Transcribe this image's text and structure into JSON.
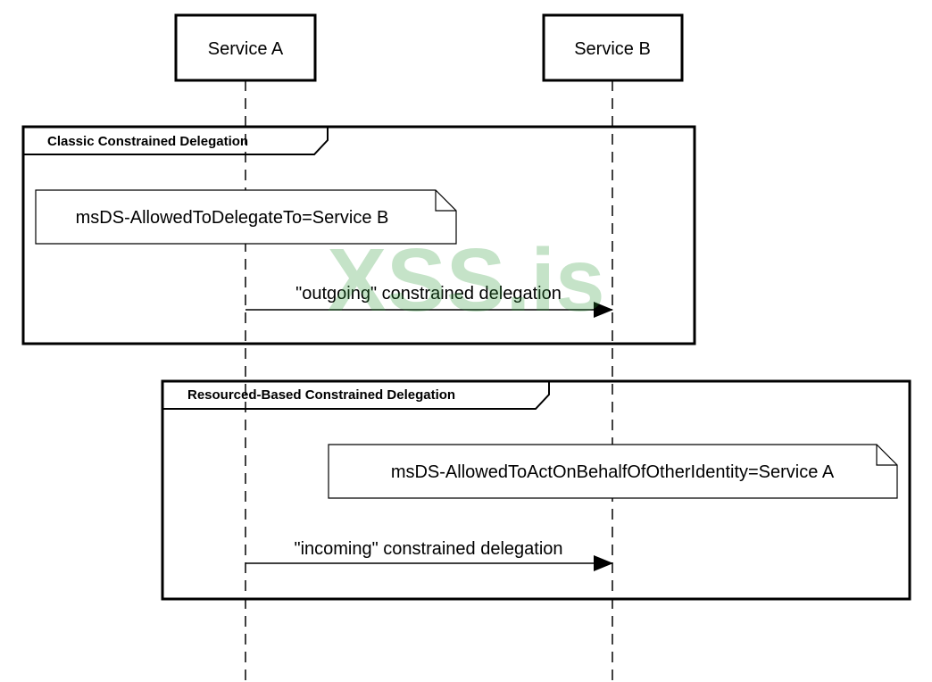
{
  "participants": [
    {
      "label": "Service A"
    },
    {
      "label": "Service B"
    }
  ],
  "frames": [
    {
      "title": "Classic Constrained Delegation",
      "note": "msDS-AllowedToDelegateTo=Service B",
      "message": "\"outgoing\" constrained delegation"
    },
    {
      "title": "Resourced-Based Constrained Delegation",
      "note": "msDS-AllowedToActOnBehalfOfOtherIdentity=Service A",
      "message": "\"incoming\" constrained delegation"
    }
  ],
  "watermark": "XSS.is",
  "colors": {
    "line": "#000000",
    "background": "#ffffff",
    "watermark": "#2e9a3a"
  }
}
